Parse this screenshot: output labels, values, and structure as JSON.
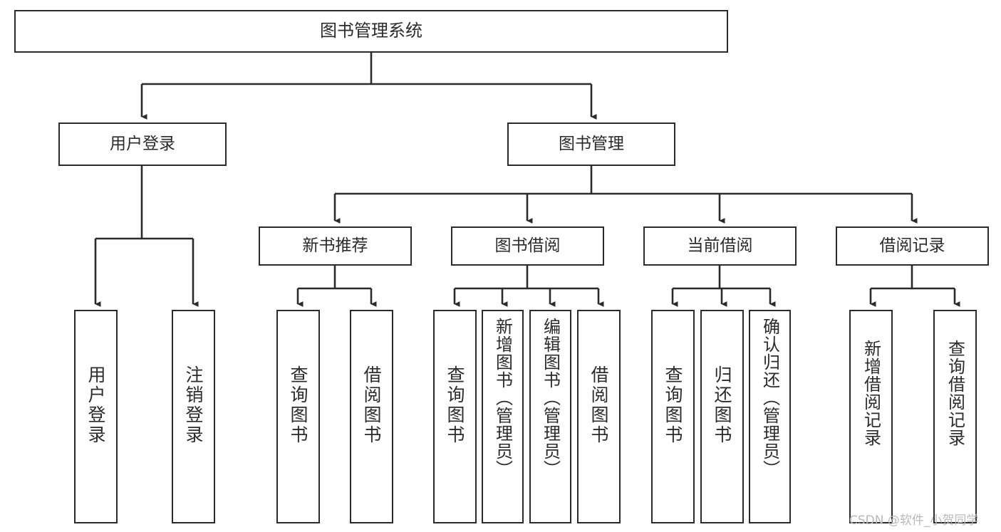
{
  "diagram": {
    "title": "图书管理系统",
    "type": "tree-hierarchy-diagram",
    "colors": {
      "stroke": "#2b2b2b",
      "fill": "#ffffff",
      "text": "#2b2b2b",
      "watermark": "#b9b9b9"
    },
    "nodes": {
      "root": {
        "label": "图书管理系统"
      },
      "level2": [
        {
          "label": "用户登录"
        },
        {
          "label": "图书管理"
        }
      ],
      "level3": [
        {
          "label": "新书推荐"
        },
        {
          "label": "图书借阅"
        },
        {
          "label": "当前借阅"
        },
        {
          "label": "借阅记录"
        }
      ],
      "leaves": {
        "user_login": [
          {
            "label": "用户登录"
          },
          {
            "label": "注销登录"
          }
        ],
        "new_book_recommend": [
          {
            "label": "查询图书"
          },
          {
            "label": "借阅图书"
          }
        ],
        "book_borrow": [
          {
            "label": "查询图书"
          },
          {
            "label": "新增图书（管理员）"
          },
          {
            "label": "编辑图书（管理员）"
          },
          {
            "label": "借阅图书"
          }
        ],
        "current_borrow": [
          {
            "label": "查询图书"
          },
          {
            "label": "归还图书"
          },
          {
            "label": "确认归还（管理员）"
          }
        ],
        "borrow_record": [
          {
            "label": "新增借阅记录"
          },
          {
            "label": "查询借阅记录"
          }
        ]
      }
    },
    "watermark": "CSDN @软件_小贺同学"
  }
}
